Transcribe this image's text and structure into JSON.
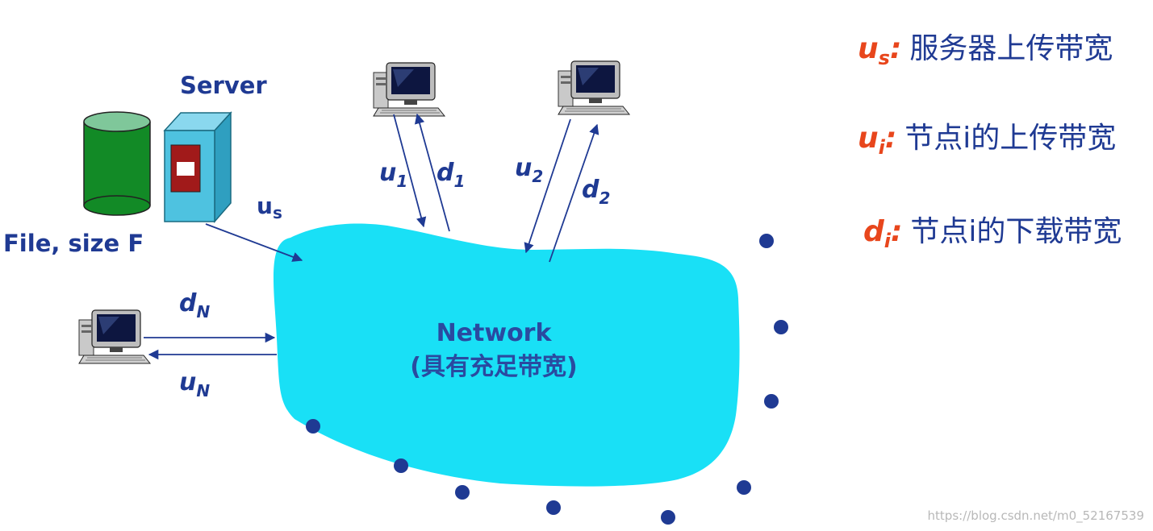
{
  "server_label": "Server",
  "file_label": "File, size F",
  "network": {
    "title": "Network",
    "subtitle": "(具有充足带宽)"
  },
  "links": {
    "us": {
      "main": "u",
      "sub": "s"
    },
    "u1": {
      "main": "u",
      "sub": "1"
    },
    "d1": {
      "main": "d",
      "sub": "1"
    },
    "u2": {
      "main": "u",
      "sub": "2"
    },
    "d2": {
      "main": "d",
      "sub": "2"
    },
    "dN": {
      "main": "d",
      "sub": "N"
    },
    "uN": {
      "main": "u",
      "sub": "N"
    }
  },
  "legend": [
    {
      "key_main": "u",
      "key_sub": "s",
      "key_colon": ":",
      "text": "服务器上传带宽"
    },
    {
      "key_main": "u",
      "key_sub": "i",
      "key_colon": ":",
      "text": "节点i的上传带宽"
    },
    {
      "key_main": "d",
      "key_sub": "i",
      "key_colon": ":",
      "text": "节点i的下载带宽"
    }
  ],
  "watermark": "https://blog.csdn.net/m0_52167539",
  "colors": {
    "network_fill": "#19e0f6",
    "label": "#1f3a93",
    "legend_key": "#e8461c",
    "server_body": "#4ec2e0",
    "file_cylinder": "#128a26",
    "dot": "#1f3a93"
  }
}
